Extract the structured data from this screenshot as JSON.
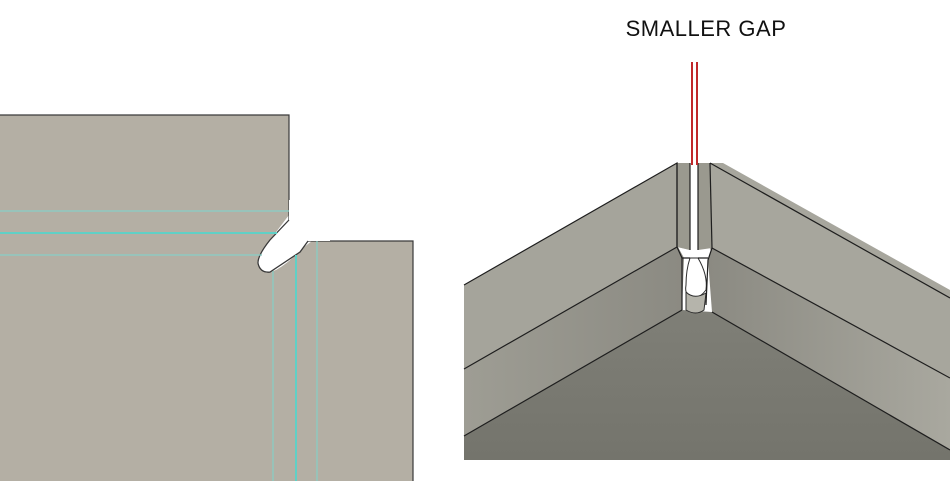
{
  "annotation": {
    "label": "SMALLER GAP"
  },
  "colors": {
    "flat_face": "#b4afa4",
    "bend_line": "#6fd3cc",
    "edge": "#3a3a3a",
    "iso_top_face": "#a6a59c",
    "iso_wall": "#9c9b92",
    "iso_floor": "#7a7a72",
    "callout": "#c0282a",
    "background": "#ffffff"
  },
  "views": [
    {
      "name": "flat-pattern-view"
    },
    {
      "name": "isometric-corner-view"
    }
  ]
}
